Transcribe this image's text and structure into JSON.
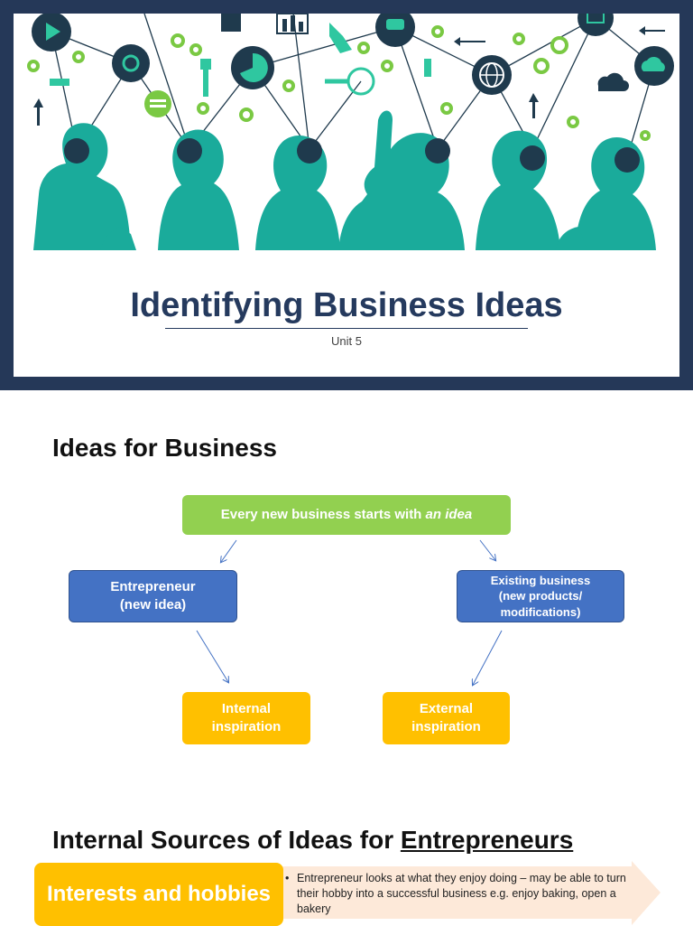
{
  "slide1": {
    "title": "Identifying Business Ideas",
    "subtitle": "Unit 5",
    "colors": {
      "frame": "#253858",
      "teal": "#1aab9b",
      "navy": "#1f3a4d",
      "green": "#2fc7a0"
    }
  },
  "slide2": {
    "title": "Ideas for Business",
    "top_box": {
      "text_before": "Every new business starts with ",
      "text_italic": "an idea"
    },
    "left_box": {
      "line1": "Entrepreneur",
      "line2": "(new idea)"
    },
    "right_box": {
      "line1": "Existing business",
      "line2": "(new products/",
      "line3": "modifications)"
    },
    "internal_box": {
      "line1": "Internal",
      "line2": "inspiration"
    },
    "external_box": {
      "line1": "External",
      "line2": "inspiration"
    },
    "colors": {
      "green": "#92d050",
      "blue": "#4472c4",
      "yellow": "#ffc000",
      "arrow": "#4472c4"
    }
  },
  "slide3": {
    "title_prefix": "Internal Sources of Ideas for ",
    "title_underlined": "Entrepreneurs",
    "pill_label": "Interests and hobbies",
    "bullet_symbol": "•",
    "bullet_text": "Entrepreneur looks at what they enjoy doing – may be able to turn their hobby into a successful business e.g. enjoy baking, open a bakery",
    "colors": {
      "pill": "#ffc000",
      "arrow_band": "#fde9d9"
    }
  }
}
